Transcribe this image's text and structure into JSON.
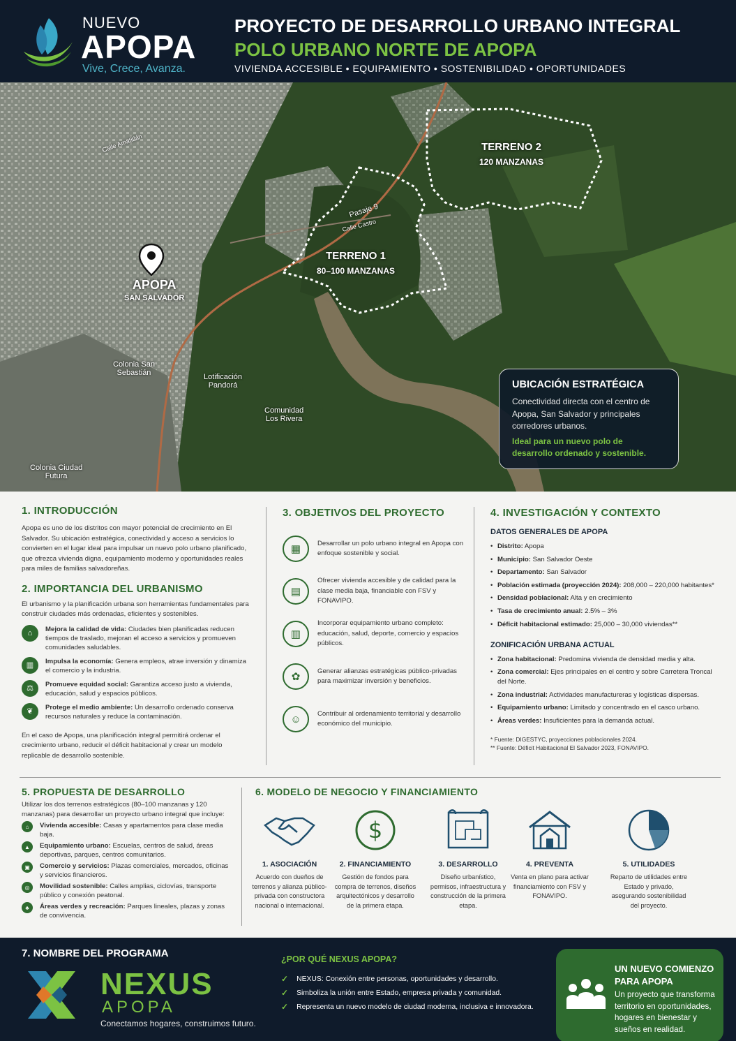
{
  "header": {
    "logo_nuevo": "NUEVO",
    "logo_apopa": "APOPA",
    "logo_tagline": "Vive, Crece, Avanza.",
    "title": "PROYECTO DE DESARROLLO URBANO INTEGRAL",
    "subtitle": "POLO URBANO NORTE DE APOPA",
    "tags": "VIVIENDA ACCESIBLE  •  EQUIPAMIENTO  •  SOSTENIBILIDAD  •  OPORTUNIDADES"
  },
  "map": {
    "terreno1": {
      "name": "TERRENO 1",
      "size": "80–100 MANZANAS"
    },
    "terreno2": {
      "name": "TERRENO 2",
      "size": "120 MANZANAS"
    },
    "pin": {
      "name": "APOPA",
      "sub": "SAN SALVADOR"
    },
    "places": {
      "colonia_san_sebastian": "Colonia San\nSebastián",
      "lotificacion_pandora": "Lotificación\nPandorá",
      "comunidad_los_rivera": "Comunidad\nLos Rivera",
      "colonia_ciudad_futura": "Colonia Ciudad\nFutura"
    },
    "streets": {
      "pasaje9": "Pasaje 9",
      "calle_castro": "Calle Castro",
      "calle_amatitlan": "Calle Amatitlán"
    },
    "ubicacion": {
      "title": "UBICACIÓN ESTRATÉGICA",
      "text": "Conectividad directa con el centro de Apopa, San Salvador y principales corredores urbanos.",
      "highlight": "Ideal para un nuevo polo de desarrollo ordenado y sostenible."
    }
  },
  "intro": {
    "title": "1.  INTRODUCCIÓN",
    "text": "Apopa es uno de los distritos con mayor potencial de crecimiento en El Salvador. Su ubicación estratégica, conectividad y acceso a servicios lo convierten en el lugar ideal para impulsar un nuevo polo urbano planificado, que ofrezca vivienda digna, equipamiento moderno y oportunidades reales para miles de familias salvadoreñas."
  },
  "importancia": {
    "title": "2.  IMPORTANCIA DEL URBANISMO",
    "text": "El urbanismo y la planificación urbana son herramientas fundamentales para construir ciudades más ordenadas, eficientes y sostenibles.",
    "items": [
      {
        "bold": "Mejora la calidad de vida:",
        "text": " Ciudades bien planificadas reducen tiempos de traslado, mejoran el acceso a servicios y promueven comunidades saludables.",
        "icon": "home-icon"
      },
      {
        "bold": "Impulsa la economía:",
        "text": " Genera empleos, atrae inversión y dinamiza el comercio y la industria.",
        "icon": "chart-icon"
      },
      {
        "bold": "Promueve equidad social:",
        "text": " Garantiza acceso justo a vivienda, educación, salud y espacios públicos.",
        "icon": "scale-icon"
      },
      {
        "bold": "Protege el medio ambiente:",
        "text": " Un desarrollo ordenado conserva recursos naturales y reduce la contaminación.",
        "icon": "leaf-icon"
      }
    ],
    "closing": "En el caso de Apopa, una planificación integral permitirá ordenar el crecimiento urbano, reducir el déficit habitacional y crear un modelo replicable de desarrollo sostenible."
  },
  "objetivos": {
    "title": "3.  OBJETIVOS DEL PROYECTO",
    "items": [
      "Desarrollar un polo urbano integral en Apopa con enfoque sostenible y social.",
      "Ofrecer vivienda accesible y de calidad para la clase media baja, financiable con FSV y FONAVIPO.",
      "Incorporar equipamiento urbano completo: educación, salud, deporte, comercio y espacios públicos.",
      "Generar alianzas estratégicas público-privadas para maximizar inversión y beneficios.",
      "Contribuir al ordenamiento territorial y desarrollo económico del municipio."
    ]
  },
  "investigacion": {
    "title": "4.  INVESTIGACIÓN Y CONTEXTO",
    "datos_title": "DATOS GENERALES DE APOPA",
    "datos": [
      {
        "bold": "Distrito:",
        "text": " Apopa"
      },
      {
        "bold": "Municipio:",
        "text": " San Salvador Oeste"
      },
      {
        "bold": "Departamento:",
        "text": " San Salvador"
      },
      {
        "bold": "Población estimada (proyección 2024):",
        "text": " 208,000 – 220,000 habitantes*"
      },
      {
        "bold": "Densidad poblacional:",
        "text": " Alta y en crecimiento"
      },
      {
        "bold": "Tasa de crecimiento anual:",
        "text": " 2.5% – 3%"
      },
      {
        "bold": "Déficit habitacional estimado:",
        "text": " 25,000 – 30,000 viviendas**"
      }
    ],
    "zon_title": "ZONIFICACIÓN URBANA ACTUAL",
    "zonas": [
      {
        "bold": "Zona habitacional:",
        "text": " Predomina vivienda de densidad media y alta."
      },
      {
        "bold": "Zona comercial:",
        "text": " Ejes principales en el centro y sobre Carretera Troncal del Norte."
      },
      {
        "bold": "Zona industrial:",
        "text": " Actividades manufactureras y logísticas dispersas."
      },
      {
        "bold": "Equipamiento urbano:",
        "text": " Limitado y concentrado en el casco urbano."
      },
      {
        "bold": "Áreas verdes:",
        "text": " Insuficientes para la demanda actual."
      }
    ],
    "note1": "*  Fuente: DIGESTYC, proyecciones poblacionales 2024.",
    "note2": "** Fuente: Déficit Habitacional El Salvador 2023, FONAVIPO."
  },
  "propuesta": {
    "title": "5.  PROPUESTA DE DESARROLLO",
    "text": "Utilizar los dos terrenos estratégicos (80–100 manzanas y 120 manzanas) para desarrollar un proyecto urbano integral que incluye:",
    "items": [
      {
        "bold": "Vivienda accesible:",
        "text": " Casas y apartamentos para clase media baja."
      },
      {
        "bold": "Equipamiento urbano:",
        "text": " Escuelas, centros de salud, áreas deportivas, parques, centros comunitarios."
      },
      {
        "bold": "Comercio y servicios:",
        "text": " Plazas comerciales, mercados, oficinas y servicios financieros."
      },
      {
        "bold": "Movilidad sostenible:",
        "text": " Calles amplias, ciclovías, transporte público y conexión peatonal."
      },
      {
        "bold": "Áreas verdes y recreación:",
        "text": " Parques lineales, plazas y zonas de convivencia."
      }
    ]
  },
  "modelo": {
    "title": "6.  MODELO DE NEGOCIO Y FINANCIAMIENTO",
    "steps": [
      {
        "title": "1. ASOCIACIÓN",
        "text": "Acuerdo con dueños de terrenos y alianza público-privada con constructora nacional o internacional."
      },
      {
        "title": "2. FINANCIAMIENTO",
        "text": "Gestión de fondos para compra de terrenos, diseños arquitectónicos y desarrollo de la primera etapa."
      },
      {
        "title": "3. DESARROLLO",
        "text": "Diseño urbanístico, permisos, infraestructura y construcción de la primera etapa."
      },
      {
        "title": "4. PREVENTA",
        "text": "Venta en plano para activar financiamiento con FSV y FONAVIPO."
      },
      {
        "title": "5. UTILIDADES",
        "text": "Reparto de utilidades entre Estado y privado, asegurando sostenibilidad del proyecto."
      }
    ]
  },
  "programa": {
    "title": "7. NOMBRE DEL PROGRAMA",
    "name": "NEXUS",
    "name_sub": "APOPA",
    "tagline": "Conectamos hogares, construimos futuro.",
    "why_title": "¿POR QUÉ NEXUS APOPA?",
    "why": [
      "NEXUS: Conexión entre personas, oportunidades y desarrollo.",
      "Simboliza la unión entre Estado, empresa privada y comunidad.",
      "Representa un nuevo modelo de ciudad moderna, inclusiva e innovadora."
    ],
    "box_title": "UN NUEVO COMIENZO PARA APOPA",
    "box_text": "Un proyecto que transforma territorio en oportunidades, hogares en bienestar y sueños en realidad."
  },
  "colors": {
    "navy": "#0f1b2b",
    "green": "#2e6b2f",
    "lime": "#7cc243",
    "teal": "#4fb3c7"
  }
}
